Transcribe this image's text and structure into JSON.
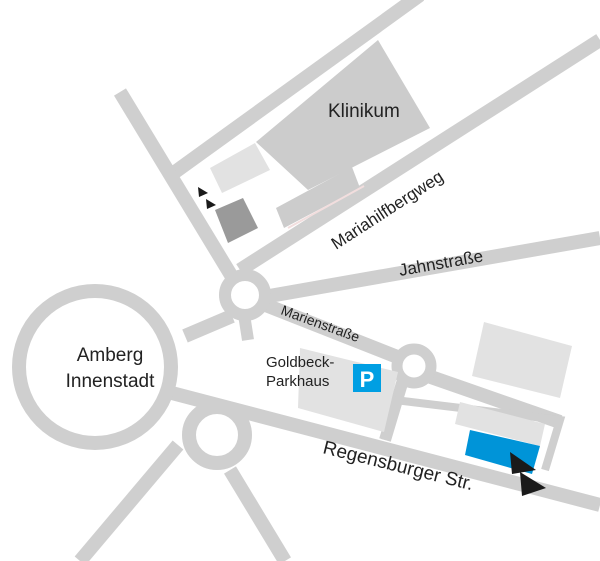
{
  "colors": {
    "background": "#ffffff",
    "road": "#cfcfcf",
    "building": "#cccccc",
    "building_light": "#e2e2e2",
    "building_dark": "#9a9a9a",
    "highlight": "#0094d8",
    "parking": "#009fe3",
    "marker": "#1a1a1a",
    "text": "#222222"
  },
  "labels": {
    "klinikum": "Klinikum",
    "mariahilfbergweg": "Mariahilfbergweg",
    "jahnstrasse": "Jahnstraße",
    "marienstrasse": "Marienstraße",
    "city_line1": "Amberg",
    "city_line2": "Innenstadt",
    "parking_line1": "Goldbeck-",
    "parking_line2": "Parkhaus",
    "parking_symbol": "P",
    "regensburger": "Regensburger Str."
  },
  "icons": {
    "parking": "parking-sign-icon",
    "entrance": "triangle-arrow-icon"
  }
}
